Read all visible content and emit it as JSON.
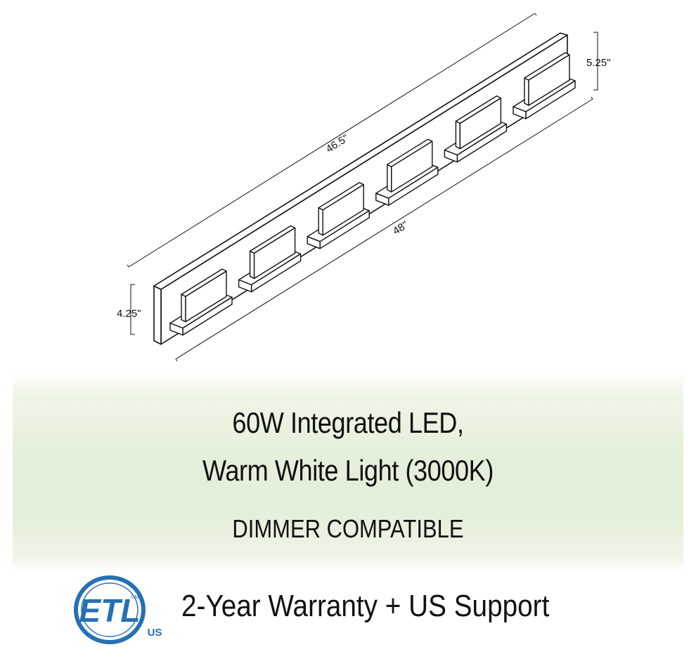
{
  "diagram": {
    "dimensions": {
      "length_top": "46.5\"",
      "length_bottom": "48\"",
      "height_right": "5.25\"",
      "height_left": "4.25\""
    },
    "light_count": 6
  },
  "band": {
    "line1": "60W Integrated LED,",
    "line2": "Warm White Light (3000K)",
    "line3": "DIMMER COMPATIBLE"
  },
  "footer": {
    "logo_text": "ETL",
    "logo_sub": "US",
    "logo_mark": "CM",
    "warranty": "2-Year Warranty + US Support"
  },
  "colors": {
    "logo_blue": "#2670b4",
    "band_green": "#e3efd8",
    "line": "#111111"
  }
}
